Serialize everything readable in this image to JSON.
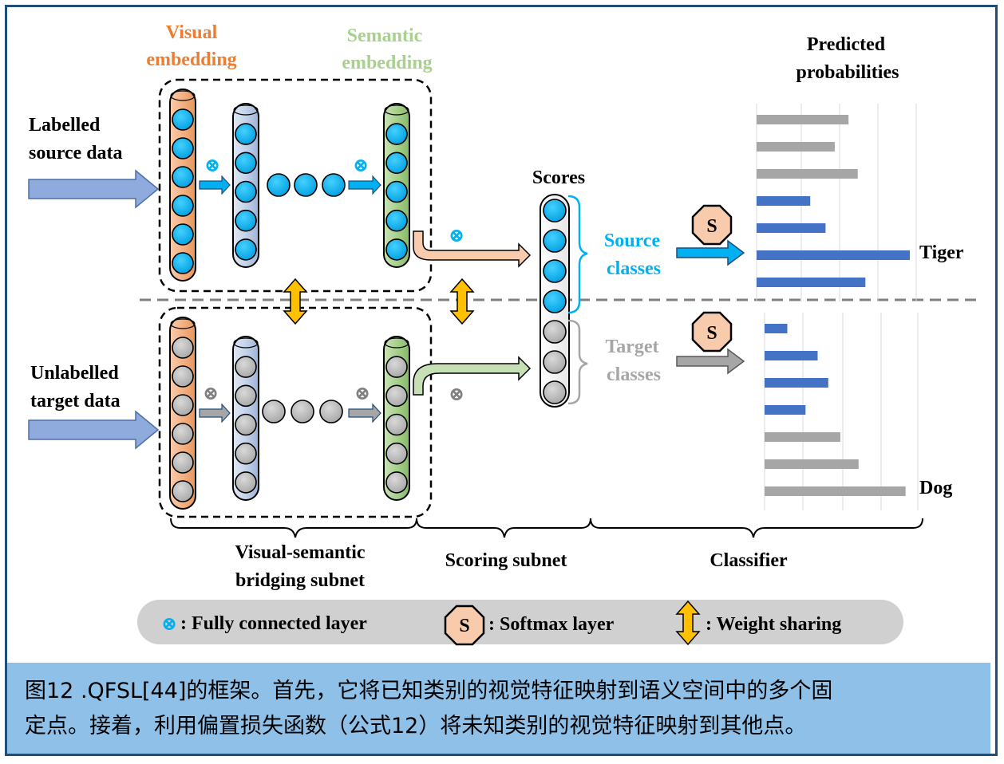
{
  "labels": {
    "visual_embedding": [
      "Visual",
      "embedding"
    ],
    "semantic_embedding": [
      "Semantic",
      "embedding"
    ],
    "labelled_source": [
      "Labelled",
      "source data"
    ],
    "unlabelled_target": [
      "Unlabelled",
      "target data"
    ],
    "scores": "Scores",
    "source_classes": [
      "Source",
      "classes"
    ],
    "target_classes": [
      "Target",
      "classes"
    ],
    "predicted_probabilities": [
      "Predicted",
      "probabilities"
    ],
    "tiger": "Tiger",
    "dog": "Dog",
    "bridging_subnet": [
      "Visual-semantic",
      "bridging subnet"
    ],
    "scoring_subnet": "Scoring subnet",
    "classifier": "Classifier",
    "softmax_symbol": "S",
    "fc_symbol": "⊗"
  },
  "legend": {
    "fc": ": Fully connected layer",
    "softmax": ": Softmax layer",
    "weight_sharing": ": Weight sharing"
  },
  "colors": {
    "visual": "#f4b183",
    "visual_text": "#ed7d31",
    "semantic": "#a9d18e",
    "semantic_text": "#a9d18e",
    "node_blue": "#00b0f0",
    "node_gray": "#bfbfbf",
    "source_text": "#00b0f0",
    "target_text": "#a6a6a6",
    "bar_blue": "#4472c4",
    "bar_gray": "#a6a6a6",
    "arrow_gold": "#ffc000",
    "input_arrow": "#8faadc",
    "caption_bg": "#8fc1e8",
    "frame": "#1f4e79"
  },
  "chart_data": [
    {
      "type": "bar",
      "title": "Predicted probabilities (source)",
      "colors": [
        "gray",
        "gray",
        "gray",
        "blue",
        "blue",
        "blue",
        "blue"
      ],
      "values": [
        0.6,
        0.51,
        0.66,
        0.35,
        0.45,
        1.0,
        0.71
      ],
      "annotation": "Tiger"
    },
    {
      "type": "bar",
      "title": "Predicted probabilities (target)",
      "colors": [
        "blue",
        "blue",
        "blue",
        "blue",
        "gray",
        "gray",
        "gray"
      ],
      "values": [
        0.15,
        0.35,
        0.42,
        0.27,
        0.5,
        0.62,
        0.93
      ],
      "annotation": "Dog"
    }
  ],
  "caption": {
    "line1": "图12 .QFSL[44]的框架。首先，它将已知类别的视觉特征映射到语义空间中的多个固",
    "line2": "定点。接着，利用偏置损失函数（公式12）将未知类别的视觉特征映射到其他点。"
  }
}
